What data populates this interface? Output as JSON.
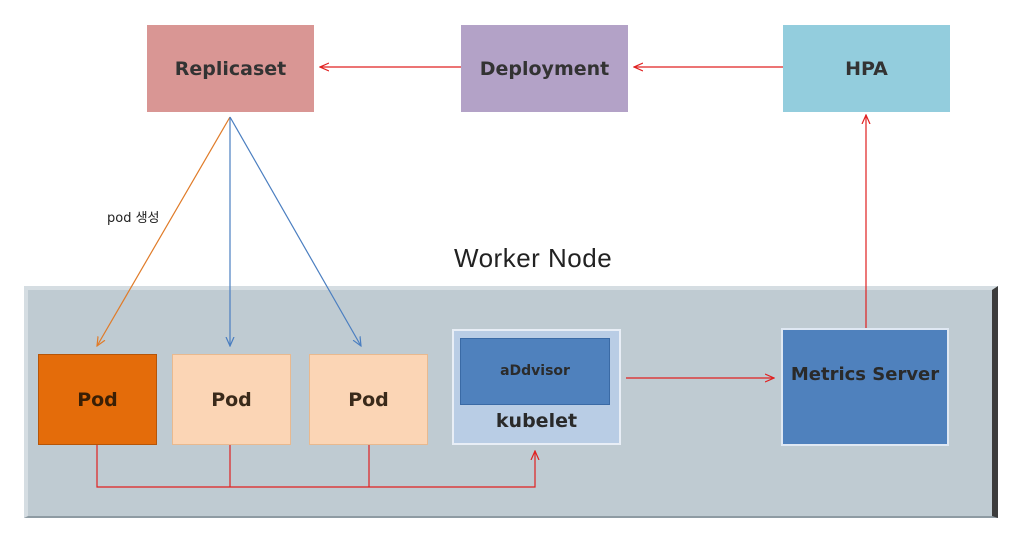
{
  "nodes": {
    "replicaset": "Replicaset",
    "deployment": "Deployment",
    "hpa": "HPA",
    "worker_node": "Worker Node",
    "pod_1": "Pod",
    "pod_2": "Pod",
    "pod_3": "Pod",
    "advisor": "aDdvisor",
    "kubelet": "kubelet",
    "metrics_server": "Metrics Server"
  },
  "edge_labels": {
    "pod_create": "pod 생성"
  },
  "colors": {
    "replicaset": "#d99694",
    "deployment": "#b3a2c7",
    "hpa": "#93cddd",
    "worker_panel": "#bfcbd2",
    "pod_active": "#e46c0a",
    "pod_idle": "#fbd5b5",
    "kubelet": "#b9cde5",
    "advisor": "#4f81bd",
    "metrics_server": "#4f81bd",
    "red_arrow": "#e02020",
    "orange_arrow": "#e07b28",
    "blue_arrow": "#4a7ec0"
  }
}
